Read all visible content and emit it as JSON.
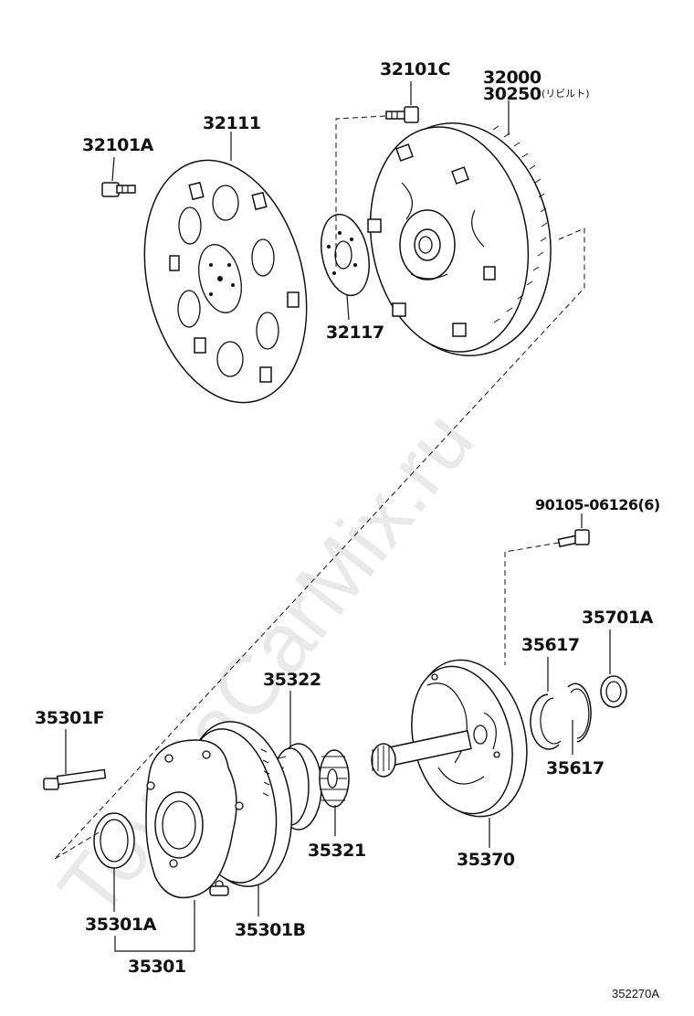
{
  "watermark": "ToyotaCarMix.ru",
  "diagram_code": "352270A",
  "labels": {
    "p32101C": "32101C",
    "p32000": "32000",
    "p30250": "30250",
    "p30250_note": "(リビルト)",
    "p32101A": "32101A",
    "p32111": "32111",
    "p32117": "32117",
    "p90105": "90105-06126(6)",
    "p35701A": "35701A",
    "p35617a": "35617",
    "p35617b": "35617",
    "p35322": "35322",
    "p35301F": "35301F",
    "p35321": "35321",
    "p35370": "35370",
    "p35301A": "35301A",
    "p35301B": "35301B",
    "p35301": "35301"
  }
}
